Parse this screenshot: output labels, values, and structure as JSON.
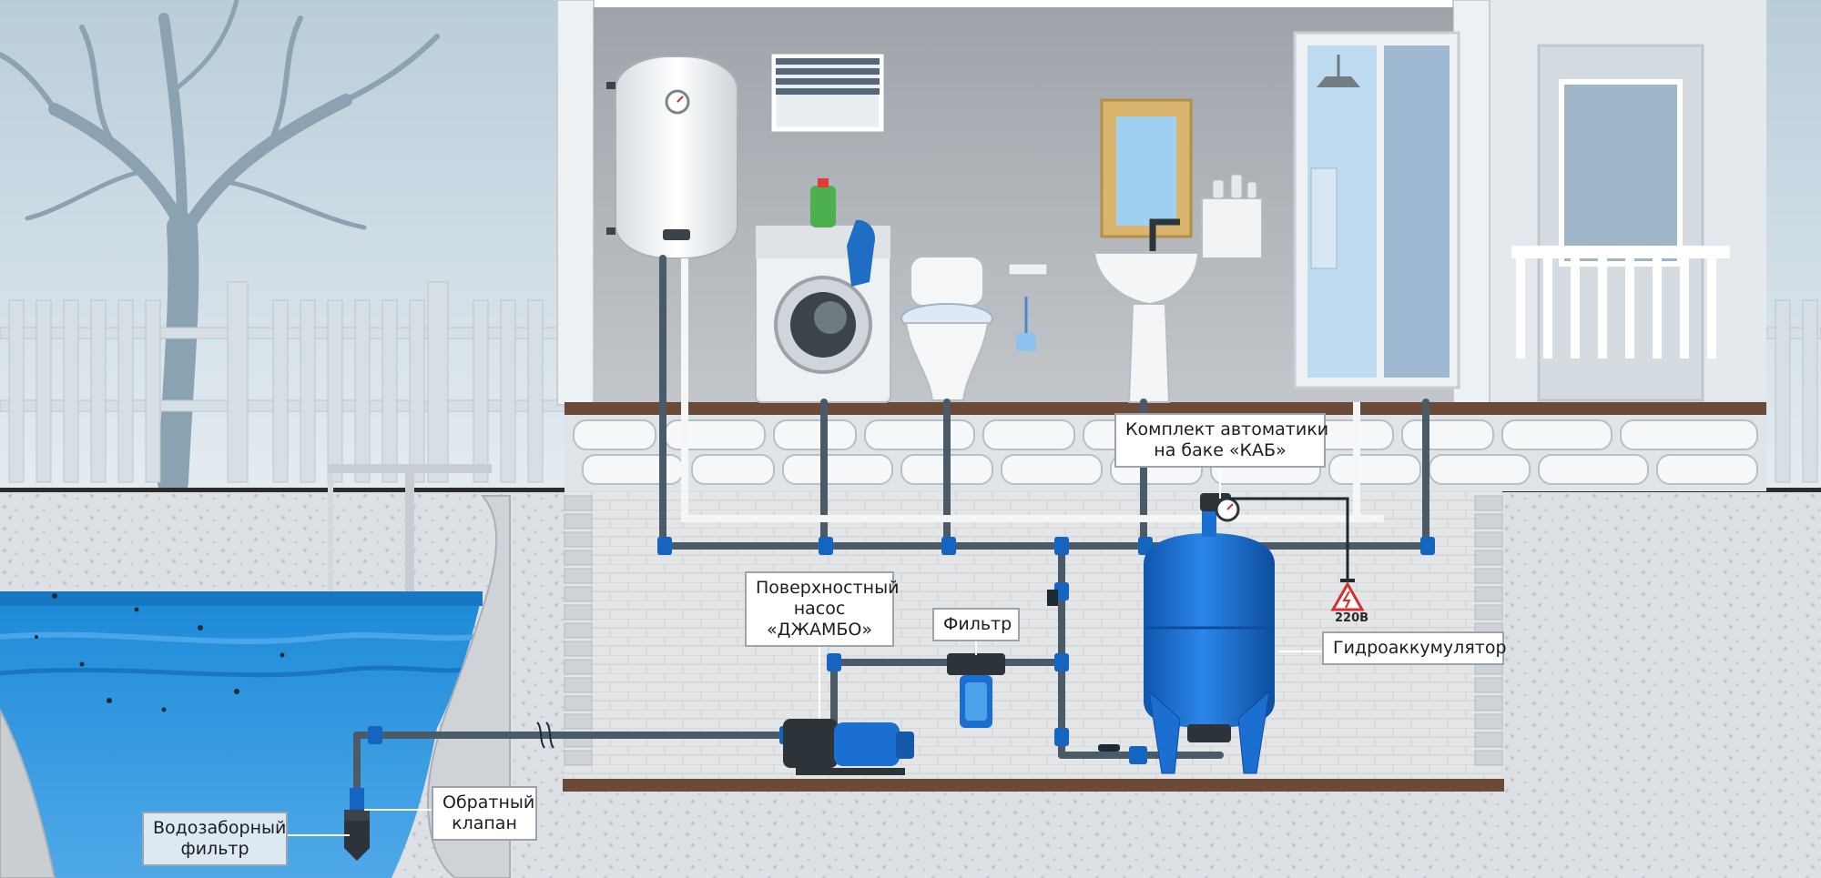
{
  "labels": {
    "automation_kit": {
      "line1": "Комплект автоматики",
      "line2": "на баке «КАБ»"
    },
    "surface_pump": {
      "line1": "Поверхностный",
      "line2": "насос",
      "line3": "«ДЖАМБО»"
    },
    "filter": "Фильтр",
    "accumulator": "Гидроаккумулятор",
    "check_valve": {
      "line1": "Обратный",
      "line2": "клапан"
    },
    "intake_filter": {
      "line1": "Водозаборный",
      "line2": "фильтр"
    },
    "voltage": "220В"
  },
  "colors": {
    "pipe": "#4a5a67",
    "fitting": "#1565c0",
    "tank": "#1b6fd1",
    "water": "#1a87d6",
    "wall": "#c8cdd2",
    "room": "#a9afb5",
    "ground": "#d9dde1",
    "floor_beam": "#6b4a38",
    "warning": "#d32f2f"
  },
  "icons": [
    "water-heater-icon",
    "washing-machine-icon",
    "toilet-icon",
    "sink-icon",
    "shower-cabin-icon",
    "tree-icon",
    "fence-icon",
    "pump-icon",
    "filter-icon",
    "pressure-gauge-icon",
    "electric-hazard-icon",
    "intake-filter-icon"
  ]
}
